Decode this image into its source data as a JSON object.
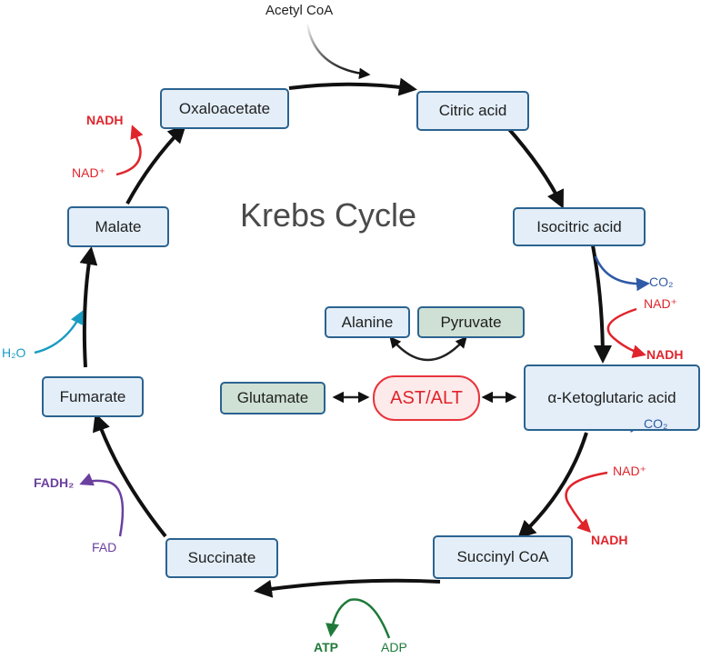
{
  "title": "Krebs Cycle",
  "metabolites": {
    "citric_acid": "Citric acid",
    "isocitric_acid": "Isocitric acid",
    "alpha_ketoglutaric_acid": "α-Ketoglutaric acid",
    "succinyl_coa": "Succinyl CoA",
    "succinate": "Succinate",
    "fumarate": "Fumarate",
    "malate": "Malate",
    "oxaloacetate": "Oxaloacetate"
  },
  "side": {
    "alanine": "Alanine",
    "pyruvate": "Pyruvate",
    "glutamate": "Glutamate",
    "enzyme": "AST/ALT"
  },
  "labels": {
    "acetyl_coa": "Acetyl CoA",
    "co2_top": "CO₂",
    "nad_isocitrate": "NAD⁺",
    "nadh_isocitrate": "NADH",
    "co2_akg": "CO₂",
    "nad_akg": "NAD⁺",
    "nadh_akg": "NADH",
    "adp": "ADP",
    "atp": "ATP",
    "fad": "FAD",
    "fadh2": "FADH₂",
    "h2o": "H₂O",
    "nad_malate": "NAD⁺",
    "nadh_malate": "NADH"
  },
  "colors": {
    "cycle_arrow": "#111111",
    "nadh": "#e0242c",
    "co2": "#2f5aa6",
    "atp": "#1f7a3a",
    "fadh2": "#6b3fa0",
    "water": "#1a9cc2",
    "box_fill": "#e3eef8",
    "box_border": "#2b6390",
    "green_box_fill": "#cfe1d4",
    "enzyme_fill": "#fdeaea"
  }
}
